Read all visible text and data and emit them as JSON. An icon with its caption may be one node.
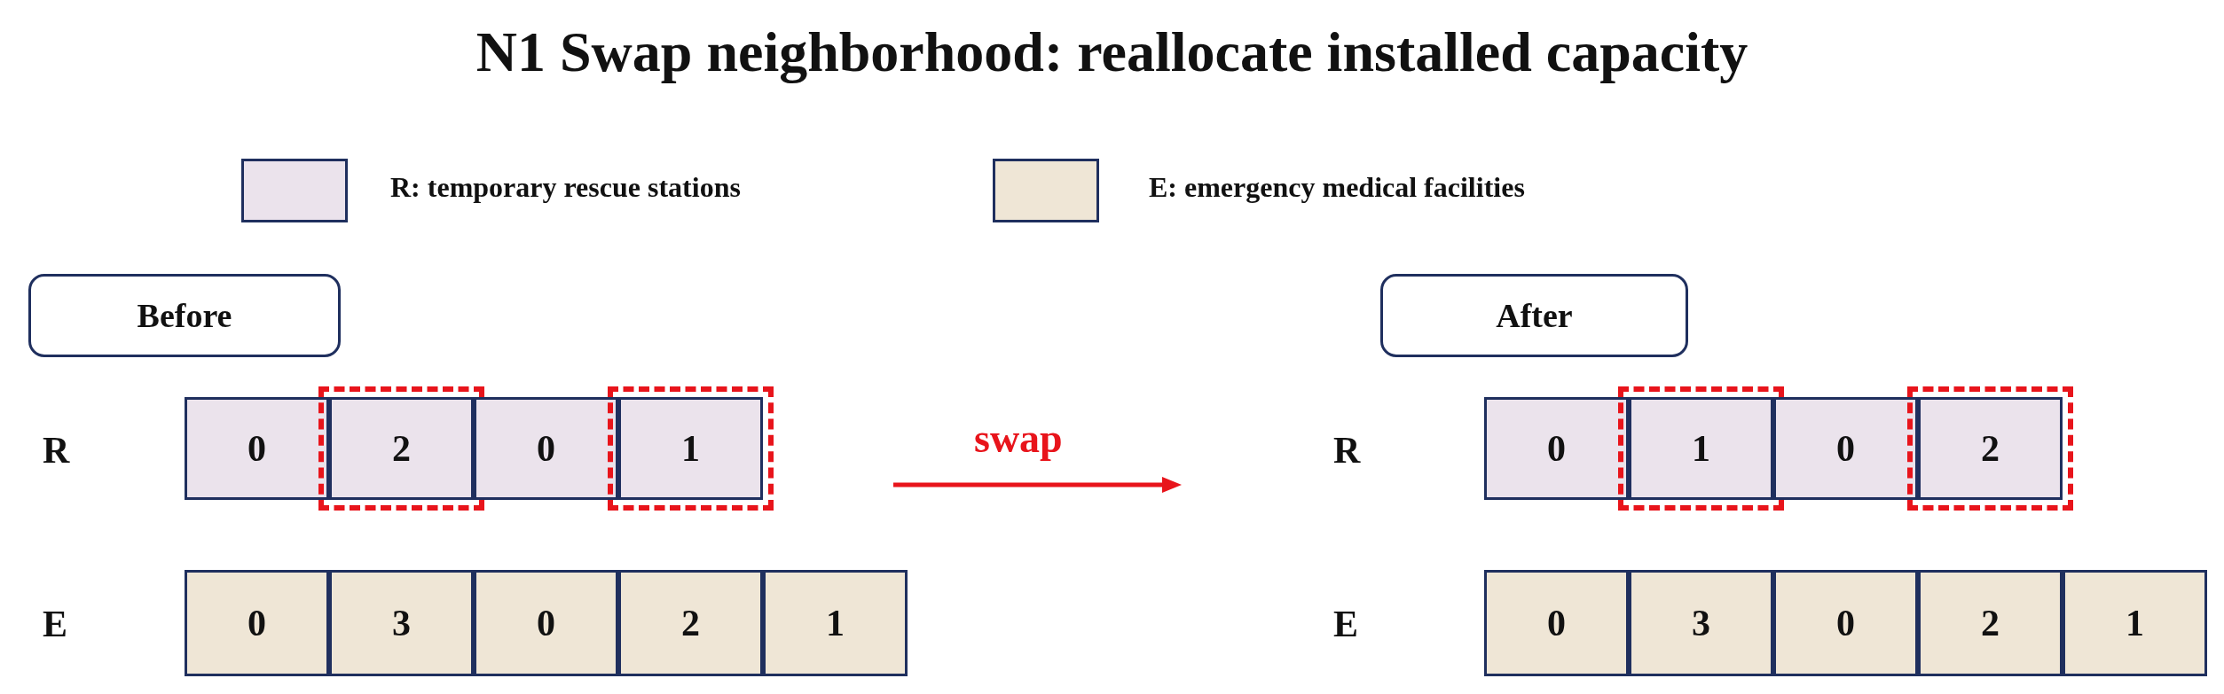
{
  "diagram": {
    "title": "N1 Swap neighborhood: reallocate installed capacity",
    "nodes": [
      {
        "text": [
          "Before"
        ]
      },
      {
        "text": [
          "After"
        ]
      },
      {
        "text": [
          "0"
        ]
      },
      {
        "text": [],
        "shape": "box"
      },
      {
        "text": [
          "2"
        ],
        "in": 3
      },
      {
        "text": [
          "0"
        ]
      },
      {
        "text": [],
        "shape": "box"
      },
      {
        "text": [
          "1"
        ],
        "in": 6
      },
      {
        "text": [
          "0"
        ]
      },
      {
        "text": [],
        "shape": "box"
      },
      {
        "text": [
          "1"
        ],
        "in": 9
      },
      {
        "text": [
          "0"
        ]
      },
      {
        "text": [],
        "shape": "box"
      },
      {
        "text": [
          "2"
        ],
        "in": 12
      },
      {
        "text": [
          "0"
        ]
      },
      {
        "text": [
          "3"
        ]
      },
      {
        "text": [
          "0"
        ]
      },
      {
        "text": [
          "2"
        ]
      },
      {
        "text": [
          "1"
        ]
      },
      {
        "text": [
          "0"
        ]
      },
      {
        "text": [
          "3"
        ]
      },
      {
        "text": [
          "0"
        ]
      },
      {
        "text": [
          "2"
        ]
      },
      {
        "text": [
          "1"
        ]
      }
    ],
    "edges": [],
    "labels": [
      "R",
      "swap",
      "R",
      "E",
      "E"
    ],
    "legend": [
      {
        "text": "R: temporary rescue stations",
        "color": "#ebe3ec"
      },
      {
        "text": "E: emergency medical facilities",
        "color": "#efe6d6"
      }
    ]
  }
}
